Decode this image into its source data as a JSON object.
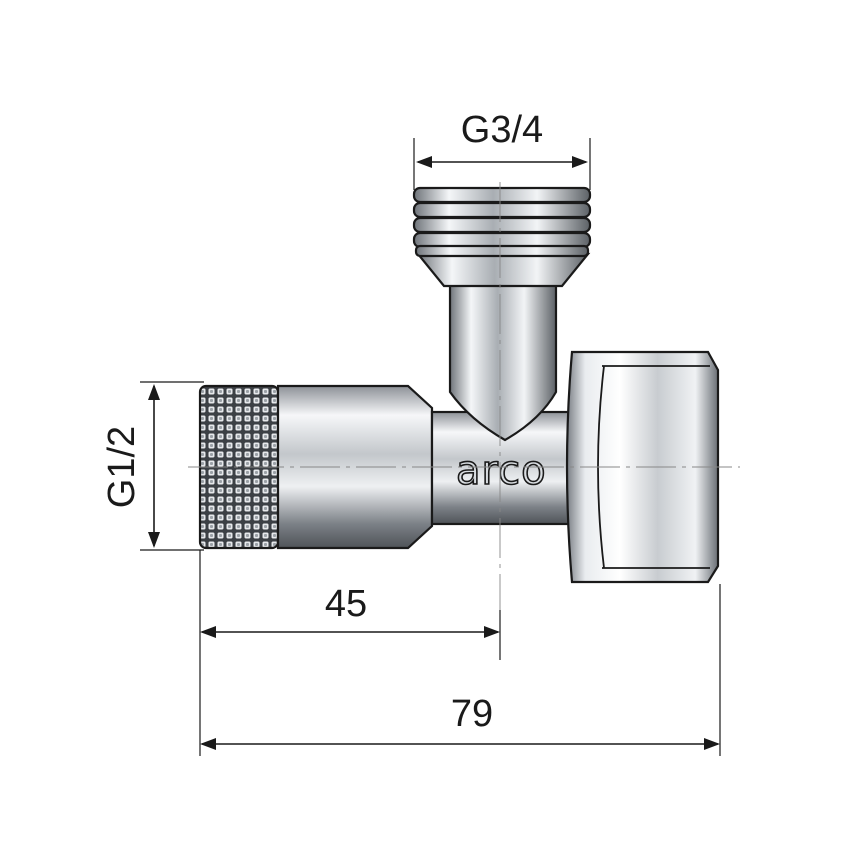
{
  "dimensions": {
    "top": "G3/4",
    "left": "G1/2",
    "inner_bottom": "45",
    "outer_bottom": "79"
  },
  "brand": "arco",
  "colors": {
    "line": "#1a1a1a",
    "chrome_dark": "#6d7278",
    "chrome_mid": "#b8bcc1",
    "chrome_light": "#f4f6f8",
    "background": "#ffffff"
  }
}
